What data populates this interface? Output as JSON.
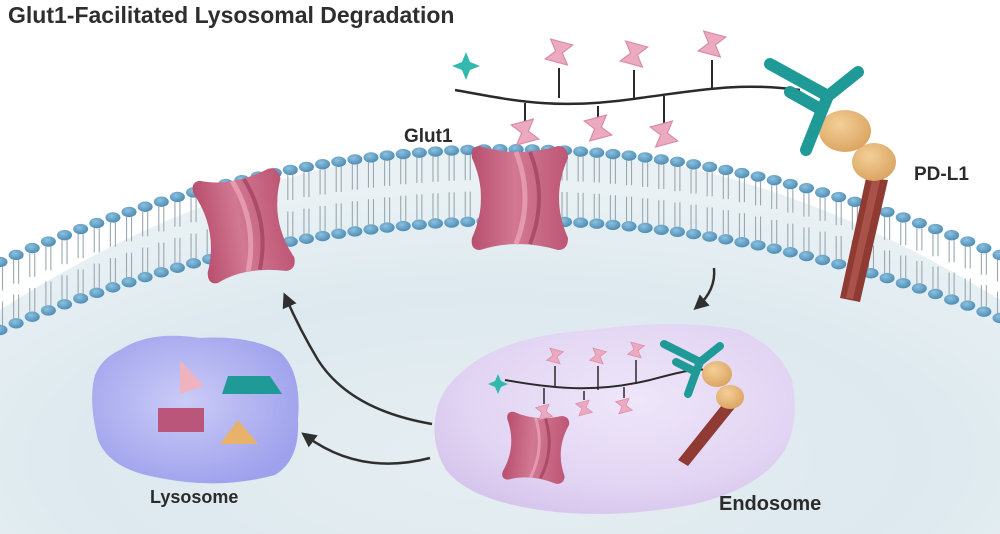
{
  "title": "Glut1-Facilitated Lysosomal Degradation",
  "labels": {
    "glut1": "Glut1",
    "pdl1": "PD-L1",
    "lysosome": "Lysosome",
    "endosome": "Endosome"
  },
  "colors": {
    "membrane_head": "#5b9bc1",
    "membrane_tail": "#8a9aa6",
    "cytoplasm": "#dceaf0",
    "glut1": "#c9607f",
    "sugar": "#e9a9bd",
    "antibody": "#1f9a96",
    "pdl1_domain": "#e9b777",
    "pdl1_stalk": "#8f3a32",
    "lysosome": "#a8aaf2",
    "endosome": "#e2d4f4"
  },
  "icons": [
    "glut1-transporter-icon",
    "glycan-chain-icon",
    "antibody-icon",
    "pdl1-icon",
    "degraded-fragments-icon"
  ]
}
